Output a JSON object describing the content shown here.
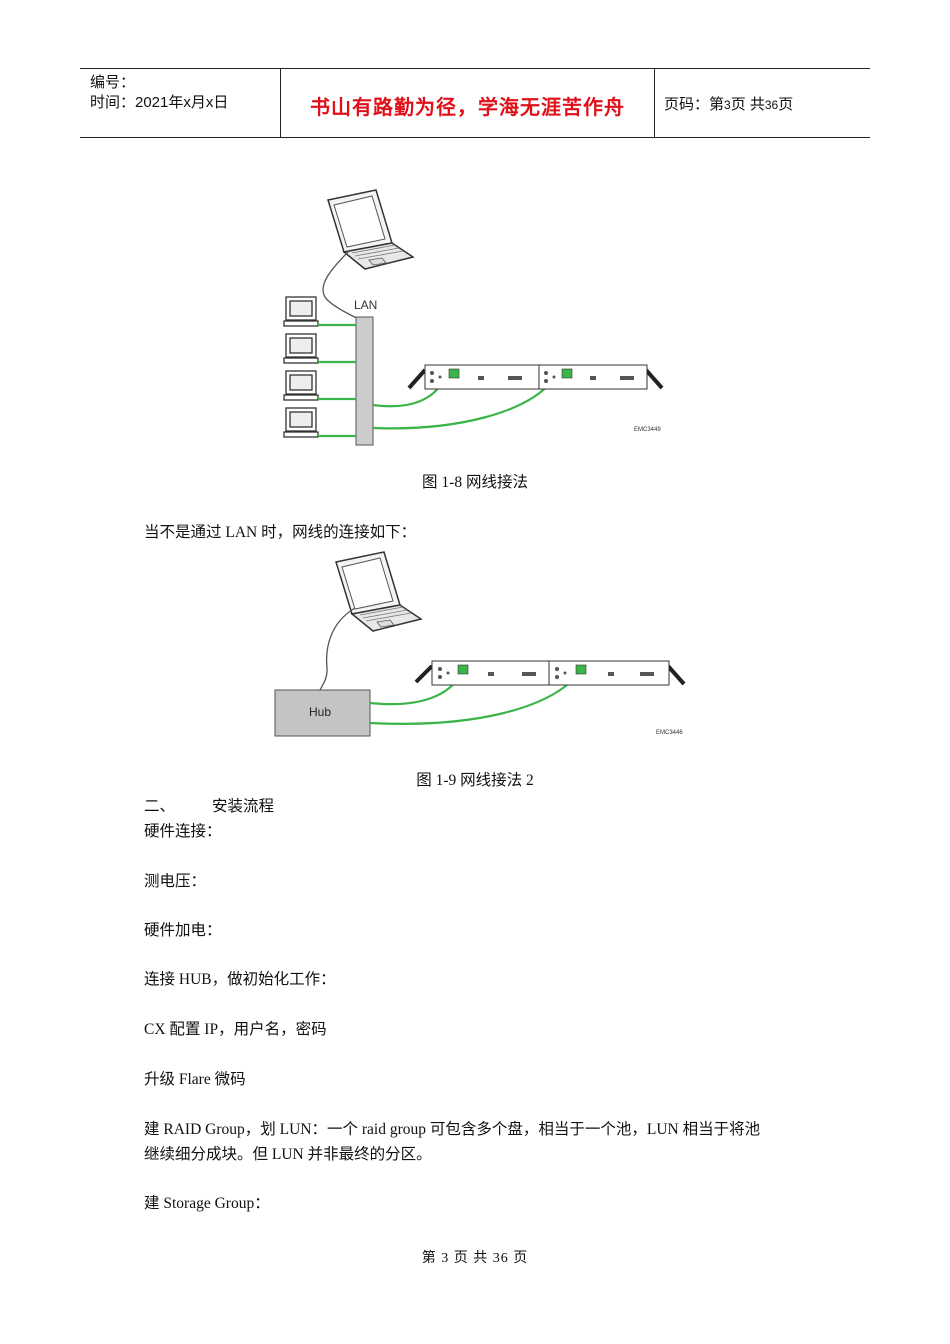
{
  "header": {
    "number_label": "编号：",
    "time_label": "时间：2021年x月x日",
    "motto": "书山有路勤为径，学海无涯苦作舟",
    "page_prefix": "页码：第",
    "page_current": "3",
    "page_mid": "页  共",
    "page_total": "36",
    "page_suffix": "页"
  },
  "figure1": {
    "lan_label": "LAN",
    "code": "EMC3449",
    "caption": "图 1-8 网线接法"
  },
  "intro": "当不是通过 LAN 时，网线的连接如下：",
  "figure2": {
    "hub_label": "Hub",
    "code": "EMC3446",
    "caption": "图 1-9 网线接法 2"
  },
  "section": {
    "number": "二、",
    "title": "安装流程"
  },
  "steps": [
    "硬件连接：",
    "测电压：",
    "硬件加电：",
    "连接 HUB，做初始化工作：",
    "CX 配置 IP，用户名，密码",
    "升级 Flare 微码",
    "建 RAID Group，划 LUN：一个 raid group 可包含多个盘，相当于一个池，LUN 相当于将池",
    "继续细分成块。但 LUN 并非最终的分区。",
    "建 Storage Group："
  ],
  "footer": "第 3 页 共 36 页",
  "colors": {
    "motto": "#e0101a",
    "cable": "#3bb54a",
    "hub_fill": "#c4c4c4"
  }
}
